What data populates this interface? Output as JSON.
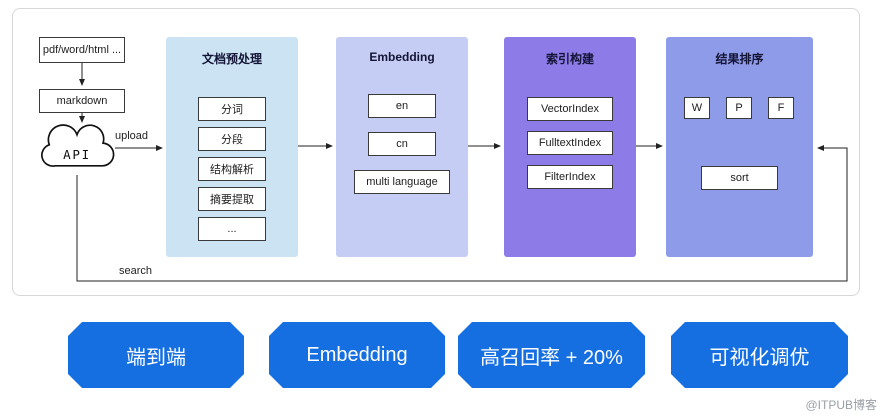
{
  "frame": {
    "source_box": "pdf/word/html ...",
    "markdown_box": "markdown",
    "api_cloud": "API",
    "upload_label": "upload",
    "search_label": "search"
  },
  "panels": [
    {
      "title": "文档预处理",
      "items": [
        "分词",
        "分段",
        "结构解析",
        "摘要提取",
        "..."
      ]
    },
    {
      "title": "Embedding",
      "items": [
        "en",
        "cn",
        "multi language"
      ]
    },
    {
      "title": "索引构建",
      "items": [
        "VectorIndex",
        "FulltextIndex",
        "FilterIndex"
      ]
    },
    {
      "title": "结果排序",
      "weights": [
        "W",
        "P",
        "F"
      ],
      "sort_label": "sort"
    }
  ],
  "badges": [
    {
      "label": "端到端"
    },
    {
      "label": "Embedding"
    },
    {
      "label": "高召回率 + 20%"
    },
    {
      "label": "可视化调优"
    }
  ],
  "watermark": "@ITPUB博客",
  "colors": {
    "panel_preprocess": "#cbe3f2",
    "panel_embedding": "#c5cdf4",
    "panel_index": "#8d7be7",
    "panel_rank": "#8e9be8",
    "badge": "#156fe1",
    "box_border": "#3a3a3a"
  }
}
